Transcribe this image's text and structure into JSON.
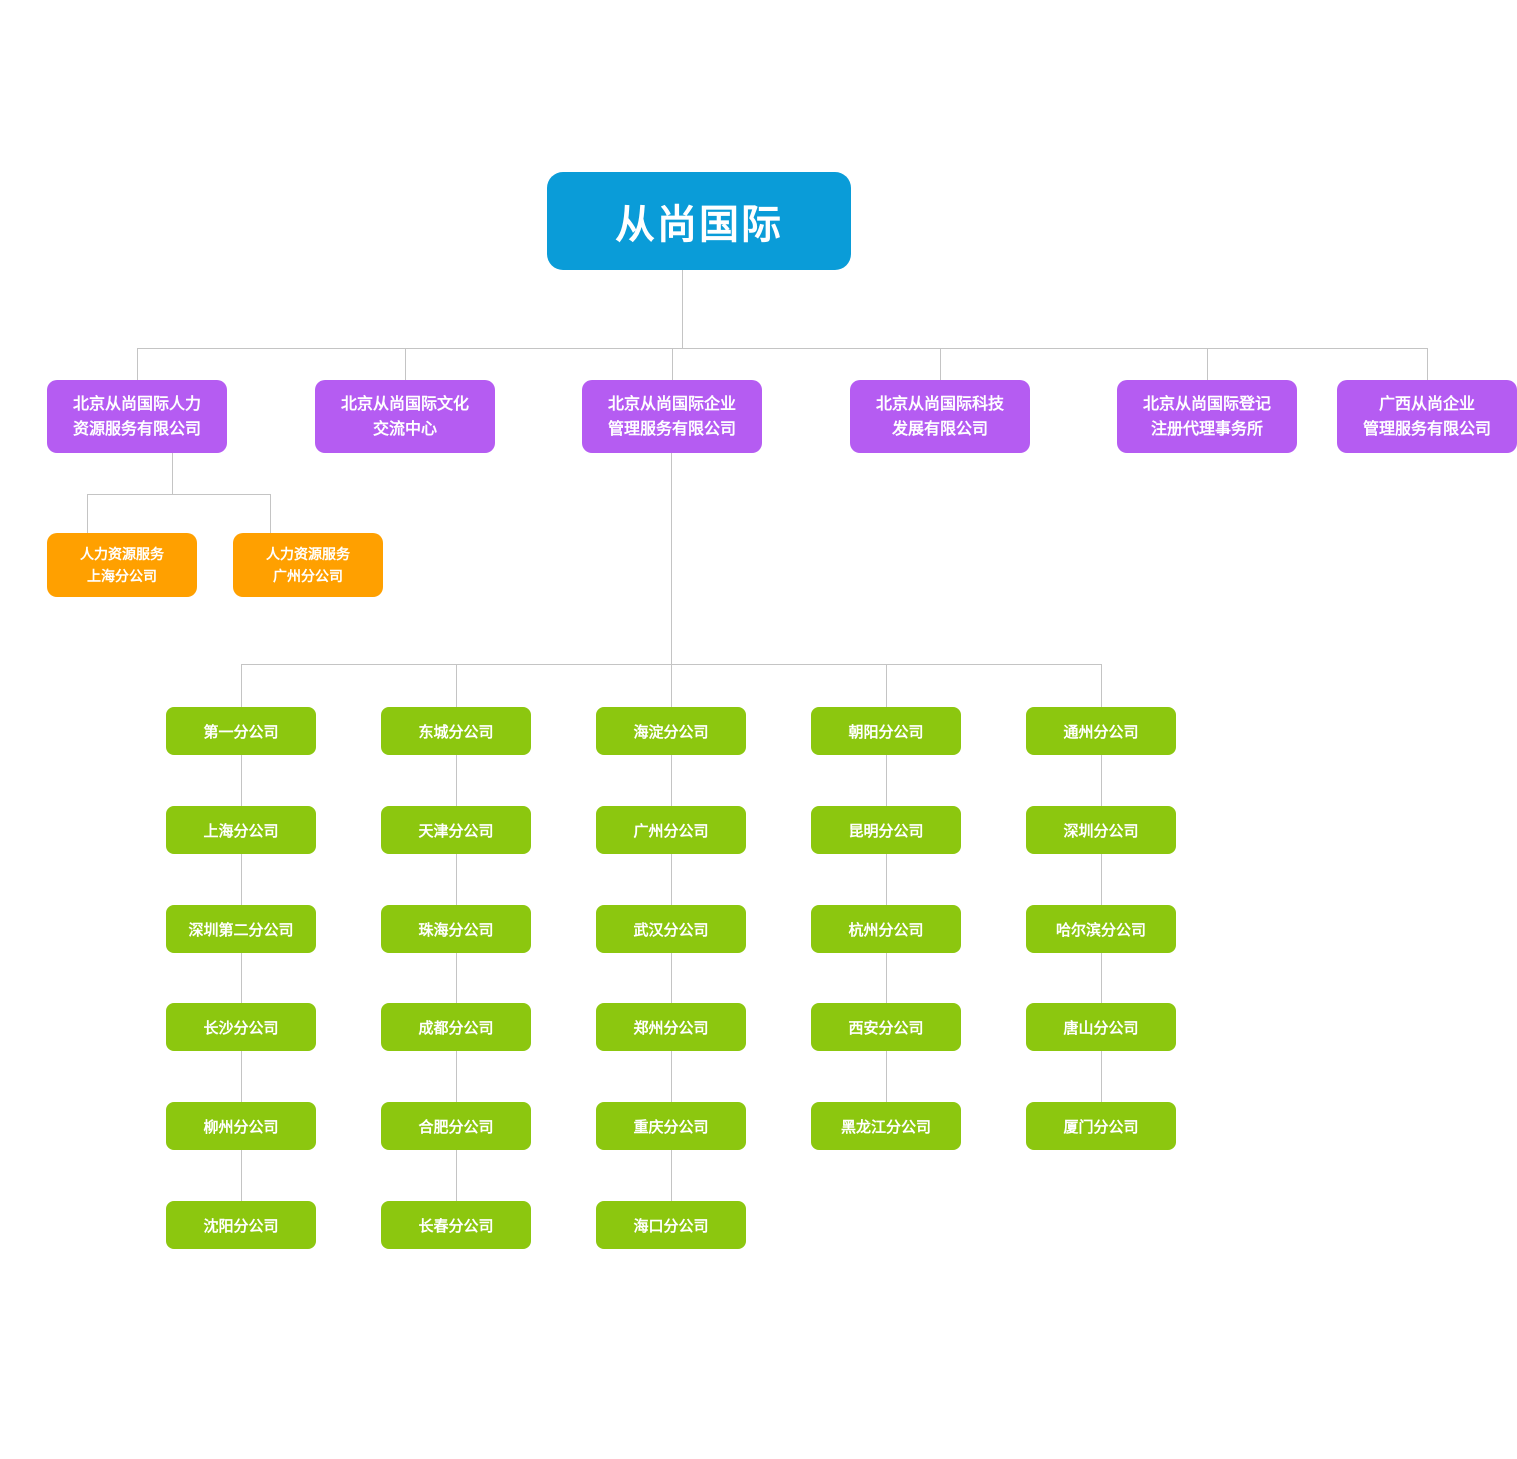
{
  "org_chart": {
    "title": "从尚国际",
    "root": {
      "label": "从尚国际"
    },
    "subsidiaries": [
      {
        "label": "北京从尚国际人力\n资源服务有限公司"
      },
      {
        "label": "北京从尚国际文化\n交流中心"
      },
      {
        "label": "北京从尚国际企业\n管理服务有限公司"
      },
      {
        "label": "北京从尚国际科技\n发展有限公司"
      },
      {
        "label": "北京从尚国际登记\n注册代理事务所"
      },
      {
        "label": "广西从尚企业\n管理服务有限公司"
      }
    ],
    "hr_branches": [
      {
        "label": "人力资源服务\n上海分公司"
      },
      {
        "label": "人力资源服务\n广州分公司"
      }
    ],
    "management_branches": {
      "columns": [
        {
          "items": [
            "第一分公司",
            "上海分公司",
            "深圳第二分公司",
            "长沙分公司",
            "柳州分公司",
            "沈阳分公司"
          ]
        },
        {
          "items": [
            "东城分公司",
            "天津分公司",
            "珠海分公司",
            "成都分公司",
            "合肥分公司",
            "长春分公司"
          ]
        },
        {
          "items": [
            "海淀分公司",
            "广州分公司",
            "武汉分公司",
            "郑州分公司",
            "重庆分公司",
            "海口分公司"
          ]
        },
        {
          "items": [
            "朝阳分公司",
            "昆明分公司",
            "杭州分公司",
            "西安分公司",
            "黑龙江分公司"
          ]
        },
        {
          "items": [
            "通州分公司",
            "深圳分公司",
            "哈尔滨分公司",
            "唐山分公司",
            "厦门分公司"
          ]
        }
      ]
    },
    "colors": {
      "root_node": "#0a9cd8",
      "subsidiary_node": "#b55cf2",
      "hr_branch_node": "#ffa000",
      "branch_node": "#8cc70f",
      "connector": "#c4c4c4",
      "text": "#ffffff",
      "background": "#ffffff"
    }
  }
}
